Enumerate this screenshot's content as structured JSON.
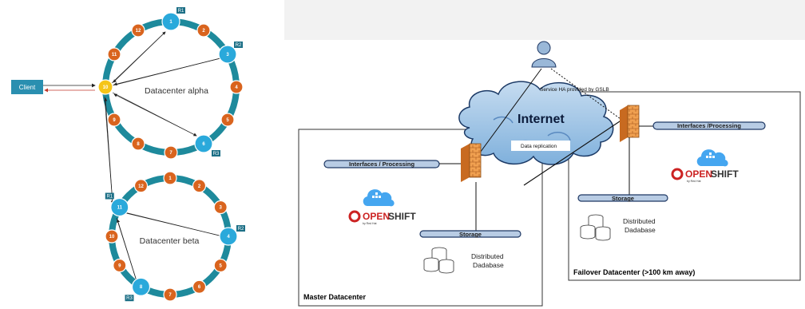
{
  "ring_diagram": {
    "client_label": "Client",
    "alpha": {
      "label": "Datacenter alpha",
      "nodes": [
        "1",
        "2",
        "3",
        "4",
        "5",
        "6",
        "7",
        "8",
        "9",
        "10",
        "11",
        "12"
      ],
      "replicas": [
        {
          "node": "1",
          "label": "R1"
        },
        {
          "node": "3",
          "label": "R2"
        },
        {
          "node": "6",
          "label": "R3"
        }
      ],
      "highlight_node": "10"
    },
    "beta": {
      "label": "Datacenter beta",
      "nodes": [
        "1",
        "2",
        "3",
        "4",
        "5",
        "6",
        "7",
        "8",
        "9",
        "10",
        "11",
        "12"
      ],
      "replicas": [
        {
          "node": "11",
          "label": "R1"
        },
        {
          "node": "4",
          "label": "R2"
        },
        {
          "node": "8",
          "label": "R3"
        }
      ]
    }
  },
  "cloud_diagram": {
    "internet_label": "Internet",
    "gslb_label": "Service HA provided by GSLB",
    "replication_label": "Data replication",
    "master": {
      "name": "Master Datacenter",
      "interfaces_label": "Interfaces / Processing",
      "storage_label": "Storage",
      "db_label_line1": "Distributed",
      "db_label_line2": "Dadabase",
      "openshift_part1": "OPEN",
      "openshift_part2": "SHIFT",
      "redhat_label": "by Red Hat"
    },
    "failover": {
      "name": "Failover Datacenter (>100 km away)",
      "interfaces_label": "Interfaces /Processing",
      "storage_label": "Storage",
      "db_label_line1": "Distributed",
      "db_label_line2": "Dadabase",
      "openshift_part1": "OPEN",
      "openshift_part2": "SHIFT",
      "redhat_label": "by Red Hat"
    }
  },
  "colors": {
    "ring": "#1e8a9c",
    "node_orange": "#d9641e",
    "node_blue": "#2aa9db",
    "node_yellow": "#f5c518",
    "replica_tag": "#1c6f86",
    "client_box": "#2a8fb0",
    "cloud": "#9cc4e4",
    "firewall": "#e88a3c",
    "bar_fill": "#b8cce4",
    "bar_edge": "#1f3864",
    "openshift_red": "#cc2222",
    "docker_blue": "#2496ed"
  }
}
